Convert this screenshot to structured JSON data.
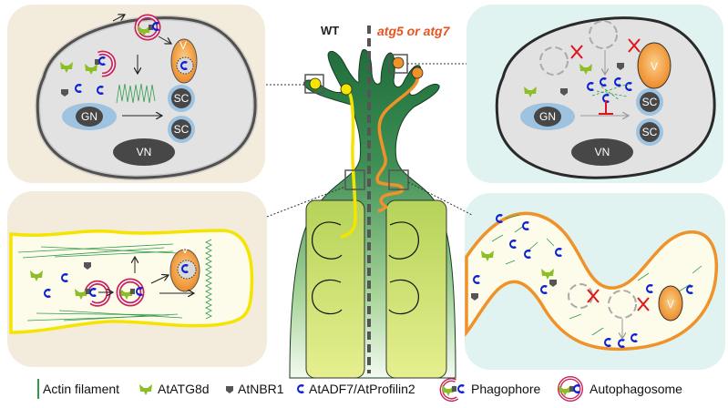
{
  "header": {
    "wt_label": "WT",
    "mutant_label": "atg5 or atg7"
  },
  "colors": {
    "wt_accent": "#f5e400",
    "mutant_accent": "#f0922a",
    "mutant_label": "#e8541e",
    "atg8d": "#8cbf26",
    "adf7": "#0a1fd6",
    "nbr1": "#555555",
    "phagophore": "#c8235a",
    "actin": "#2f9a4c",
    "block": "#e0141b",
    "vacuole": "#f08c2a"
  },
  "cells": {
    "top_left": {
      "gn": "GN",
      "vn": "VN",
      "sc1": "SC",
      "sc2": "SC",
      "v": "V"
    },
    "top_right": {
      "gn": "GN",
      "vn": "VN",
      "sc1": "SC",
      "sc2": "SC",
      "v": "V"
    },
    "bottom_left": {
      "v": "V"
    },
    "bottom_right": {
      "v": "V"
    }
  },
  "legend": [
    {
      "icon": "actin-filament-icon",
      "label": "Actin filament"
    },
    {
      "icon": "atatg8d-icon",
      "label": "AtATG8d"
    },
    {
      "icon": "atnbr1-icon",
      "label": "AtNBR1"
    },
    {
      "icon": "atadf7-icon",
      "label": "AtADF7/AtProfilin2"
    },
    {
      "icon": "phagophore-icon",
      "label": "Phagophore"
    },
    {
      "icon": "autophagosome-icon",
      "label": "Autophagosome"
    }
  ]
}
